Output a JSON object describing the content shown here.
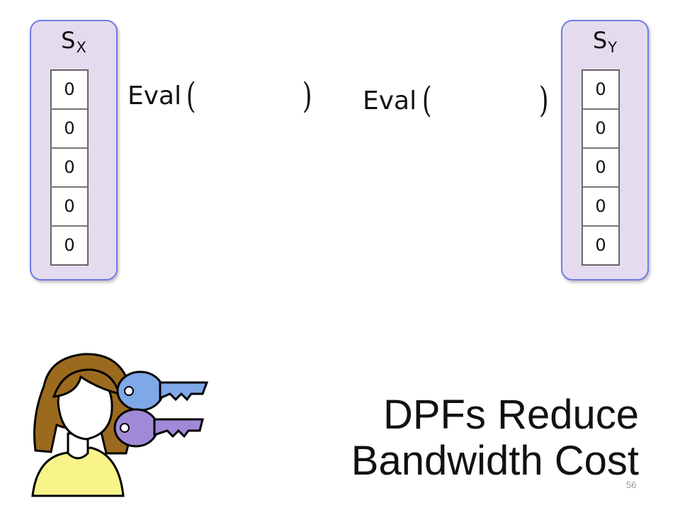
{
  "servers": {
    "x": {
      "letter": "S",
      "subscript": "X",
      "cells": [
        "0",
        "0",
        "0",
        "0",
        "0"
      ]
    },
    "y": {
      "letter": "S",
      "subscript": "Y",
      "cells": [
        "0",
        "0",
        "0",
        "0",
        "0"
      ]
    }
  },
  "evals": [
    {
      "label": "Eval",
      "open": "(",
      "close": ")"
    },
    {
      "label": "Eval",
      "open": "(",
      "close": ")"
    }
  ],
  "title": {
    "line1": "DPFs Reduce",
    "line2": "Bandwidth Cost"
  },
  "slide_number": "56",
  "illustration": {
    "person": "client-avatar",
    "keys": [
      "key-blue",
      "key-purple"
    ]
  },
  "colors": {
    "server_fill": "#e4dcee",
    "server_border": "#6f7ce6",
    "hair": "#9c6a1e",
    "shirt": "#f8f48a",
    "key_blue": "#7fa8e8",
    "key_purple": "#a08ad8"
  }
}
